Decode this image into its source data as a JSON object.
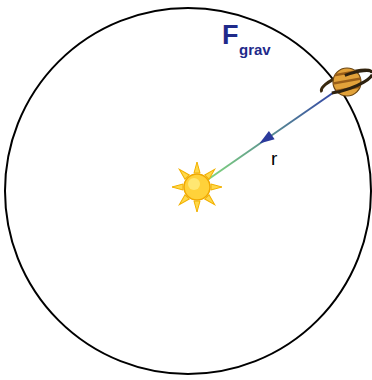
{
  "diagram": {
    "labels": [
      "F",
      "grav",
      "r"
    ]
  }
}
